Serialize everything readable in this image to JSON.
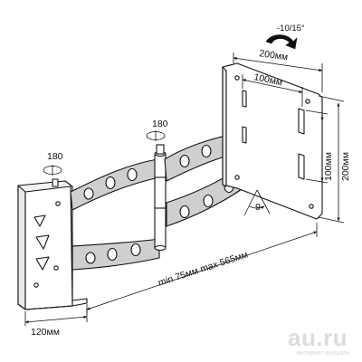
{
  "dimensions": {
    "tilt": "-10/15°",
    "screen_width": "200мм",
    "hole_width": "100мм",
    "hole_height": "100мм",
    "screen_height": "200мм",
    "swivel_left": "180",
    "swivel_right": "180",
    "angle": "9",
    "extension": "min 75мм max 565мм",
    "plate_width": "120мм"
  },
  "watermark": {
    "brand": "au.ru",
    "tagline": "интернет-аукцион"
  }
}
